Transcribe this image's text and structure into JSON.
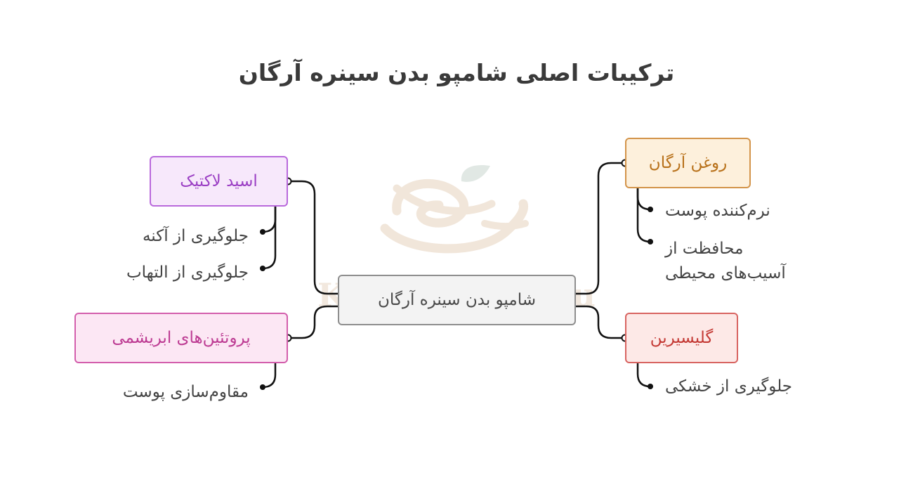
{
  "title": "ترکیبات اصلی شامپو بدن سینره آرگان",
  "watermark": "Khaneye Darou",
  "center": "شامپو بدن سینره آرگان",
  "branches": {
    "argan": {
      "label": "روغن آرگان",
      "items": [
        "نرم‌کننده پوست",
        "محافظت از",
        "آسیب‌های محیطی"
      ]
    },
    "glycerin": {
      "label": "گلیسیرین",
      "items": [
        "جلوگیری از خشکی"
      ]
    },
    "lactic": {
      "label": "اسید لاکتیک",
      "items": [
        "جلوگیری از آکنه",
        "جلوگیری از التهاب"
      ]
    },
    "protein": {
      "label": "پروتئین‌های ابریشمی",
      "items": [
        "مقاوم‌سازی پوست"
      ]
    }
  },
  "colors": {
    "argan": "#d3944a",
    "glycerin": "#d86461",
    "lactic": "#b969dc",
    "protein": "#d35eac",
    "center": "#8e8e8e"
  }
}
